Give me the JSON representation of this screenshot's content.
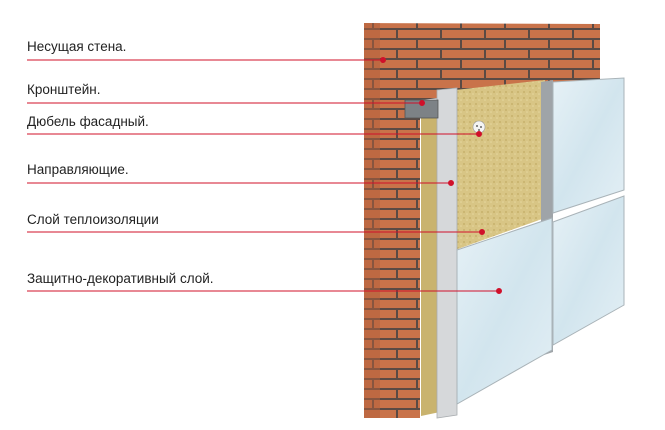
{
  "labels": [
    {
      "text": "Несущая стена."
    },
    {
      "text": "Кронштейн."
    },
    {
      "text": "Дюбель фасадный."
    },
    {
      "text": "Направляющие."
    },
    {
      "text": "Слой теплоизоляции"
    },
    {
      "text": "Защитно-декоративный слой."
    }
  ],
  "colors": {
    "leader": "#d0102a",
    "brick": "#c9734a",
    "mortar": "#555555",
    "insulation": "#d8c585",
    "rail": "#d6d8da",
    "panel": "#dbeaf2"
  }
}
